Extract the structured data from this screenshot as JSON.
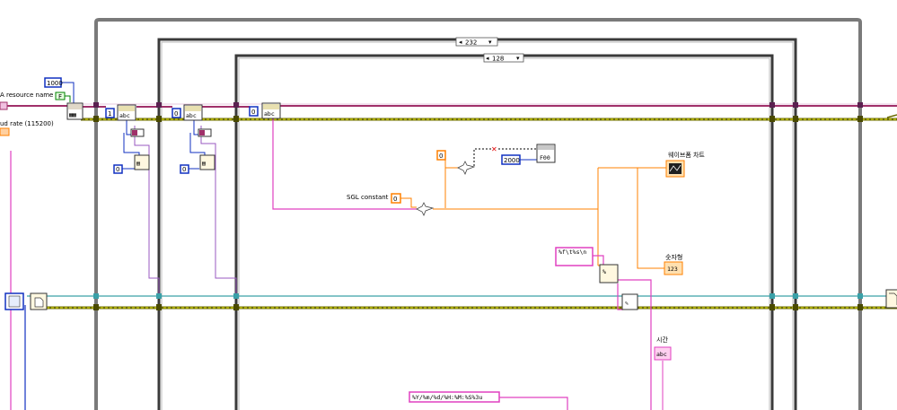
{
  "labels": {
    "visa_resource": "A resource name",
    "baud_rate": "ud rate (115200)",
    "sgl_constant": "SGL constant",
    "waveform_chart": "웨이브폼 차트",
    "numeric": "숫자형",
    "time": "시간"
  },
  "case_selectors": {
    "outer": "232",
    "inner": "128"
  },
  "constants": {
    "c1000": "1000",
    "bool_f": "F",
    "c1": "1",
    "c0a": "0",
    "c0b": "0",
    "c0c": "0",
    "c0d": "0",
    "c0e": "0",
    "c2000": "2000",
    "sgl_value": "0",
    "format_fetsw": "%f\\t%s\\n",
    "format_time": "%Y/%m/%d/%H:%M:%S%3u"
  },
  "indicator_glyphs": {
    "numeric_display": "123",
    "string_display": "abc",
    "foo_block": "F00"
  },
  "colors": {
    "canvas": "#ffffff",
    "frame": "#7f7f7f",
    "frame_dark": "#2f2f2f",
    "wire_visa": "#a0306a",
    "wire_error": "#6b6b00",
    "wire_error_yellow": "#e8e800",
    "wire_numeric_dbl": "#ff8000",
    "wire_integer": "#1030c0",
    "wire_string": "#ff00ff",
    "wire_refnum": "#3aa0a8"
  }
}
